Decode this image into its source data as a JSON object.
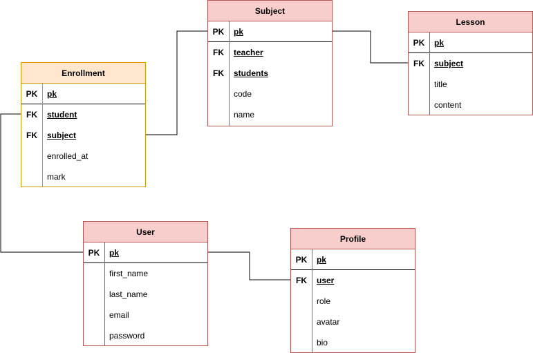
{
  "colors": {
    "red_fill": "#f8cecc",
    "red_stroke": "#b85450",
    "orange_fill": "#ffe6cc",
    "orange_stroke": "#d79b00",
    "connector": "#000000"
  },
  "entities": [
    {
      "id": "enrollment",
      "title": "Enrollment",
      "theme": "orange",
      "rows": [
        {
          "key": "PK",
          "field": "pk",
          "is_key": true,
          "separator": true
        },
        {
          "key": "FK",
          "field": "student",
          "is_key": true,
          "separator": false
        },
        {
          "key": "FK",
          "field": "subject",
          "is_key": true,
          "separator": false
        },
        {
          "key": "",
          "field": "enrolled_at",
          "is_key": false,
          "separator": false
        },
        {
          "key": "",
          "field": "mark",
          "is_key": false,
          "separator": false
        }
      ]
    },
    {
      "id": "subject",
      "title": "Subject",
      "theme": "red",
      "rows": [
        {
          "key": "PK",
          "field": "pk",
          "is_key": true,
          "separator": true
        },
        {
          "key": "FK",
          "field": "teacher",
          "is_key": true,
          "separator": false
        },
        {
          "key": "FK",
          "field": "students",
          "is_key": true,
          "separator": false
        },
        {
          "key": "",
          "field": "code",
          "is_key": false,
          "separator": false
        },
        {
          "key": "",
          "field": "name",
          "is_key": false,
          "separator": false
        }
      ]
    },
    {
      "id": "lesson",
      "title": "Lesson",
      "theme": "red",
      "rows": [
        {
          "key": "PK",
          "field": "pk",
          "is_key": true,
          "separator": true
        },
        {
          "key": "FK",
          "field": "subject",
          "is_key": true,
          "separator": false
        },
        {
          "key": "",
          "field": "title",
          "is_key": false,
          "separator": false
        },
        {
          "key": "",
          "field": "content",
          "is_key": false,
          "separator": false
        }
      ]
    },
    {
      "id": "user",
      "title": "User",
      "theme": "red",
      "rows": [
        {
          "key": "PK",
          "field": "pk",
          "is_key": true,
          "separator": true
        },
        {
          "key": "",
          "field": "first_name",
          "is_key": false,
          "separator": false
        },
        {
          "key": "",
          "field": "last_name",
          "is_key": false,
          "separator": false
        },
        {
          "key": "",
          "field": "email",
          "is_key": false,
          "separator": false
        },
        {
          "key": "",
          "field": "password",
          "is_key": false,
          "separator": false
        }
      ]
    },
    {
      "id": "profile",
      "title": "Profile",
      "theme": "red",
      "rows": [
        {
          "key": "PK",
          "field": "pk",
          "is_key": true,
          "separator": true
        },
        {
          "key": "FK",
          "field": "user",
          "is_key": true,
          "separator": false
        },
        {
          "key": "",
          "field": "role",
          "is_key": false,
          "separator": false
        },
        {
          "key": "",
          "field": "avatar",
          "is_key": false,
          "separator": false
        },
        {
          "key": "",
          "field": "bio",
          "is_key": false,
          "separator": false
        }
      ]
    }
  ]
}
